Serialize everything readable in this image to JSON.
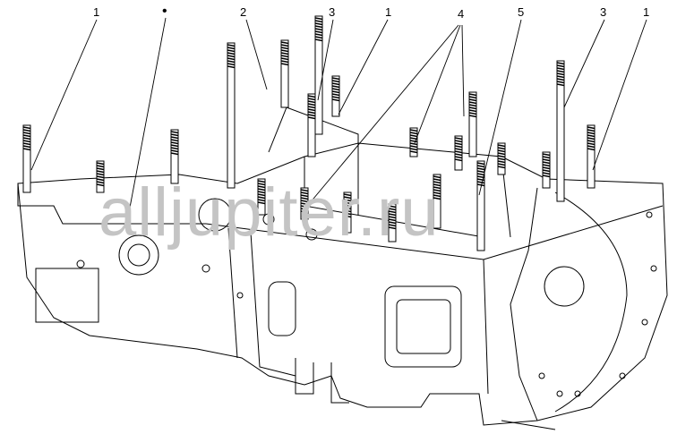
{
  "diagram": {
    "callouts": [
      "1",
      "•",
      "2",
      "3",
      "1",
      "4",
      "5",
      "3",
      "1"
    ],
    "watermark": "alljupiter.ru"
  }
}
